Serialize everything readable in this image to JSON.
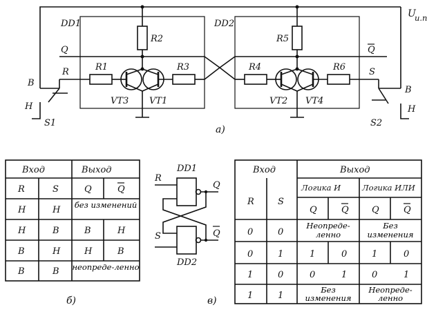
{
  "schematic": {
    "dd1": "DD1",
    "dd2": "DD2",
    "supply": "U",
    "supply_sub": "и.п",
    "q": "Q",
    "q_bar": "Q",
    "r_in": "R",
    "s_in": "S",
    "b_left": "В",
    "h_left": "Н",
    "b_right": "В",
    "h_right": "Н",
    "s1": "S1",
    "s2": "S2",
    "resistors": {
      "r1": "R1",
      "r2": "R2",
      "r3": "R3",
      "r4": "R4",
      "r5": "R5",
      "r6": "R6"
    },
    "transistors": {
      "vt1": "VT1",
      "vt2": "VT2",
      "vt3": "VT3",
      "vt4": "VT4"
    },
    "caption": "а)"
  },
  "table_b": {
    "caption": "б)",
    "header_in": "Вход",
    "header_out": "Выход",
    "cols": [
      "R",
      "S",
      "Q",
      "Q"
    ],
    "rows": [
      [
        "Н",
        "Н",
        "без изменений"
      ],
      [
        "Н",
        "В",
        "В",
        "Н"
      ],
      [
        "В",
        "Н",
        "Н",
        "В"
      ],
      [
        "В",
        "В",
        "неопреде-ленно"
      ]
    ]
  },
  "logic_diagram": {
    "caption": "в)",
    "dd1": "DD1",
    "dd2": "DD2",
    "r": "R",
    "s": "S",
    "q": "Q",
    "q_bar": "Q"
  },
  "table_v": {
    "header_in": "Вход",
    "header_out": "Выход",
    "logic_and": "Логика И",
    "logic_or": "Логика ИЛИ",
    "cols": [
      "R",
      "S",
      "Q",
      "Q",
      "Q",
      "Q"
    ],
    "rows": [
      [
        "0",
        "0",
        "Неопреде-ленно",
        "Без изменения"
      ],
      [
        "0",
        "1",
        "1",
        "0",
        "1",
        "0"
      ],
      [
        "1",
        "0",
        "0",
        "1",
        "0",
        "1"
      ],
      [
        "1",
        "1",
        "Без изменения",
        "Неопреде-ленно"
      ]
    ]
  }
}
